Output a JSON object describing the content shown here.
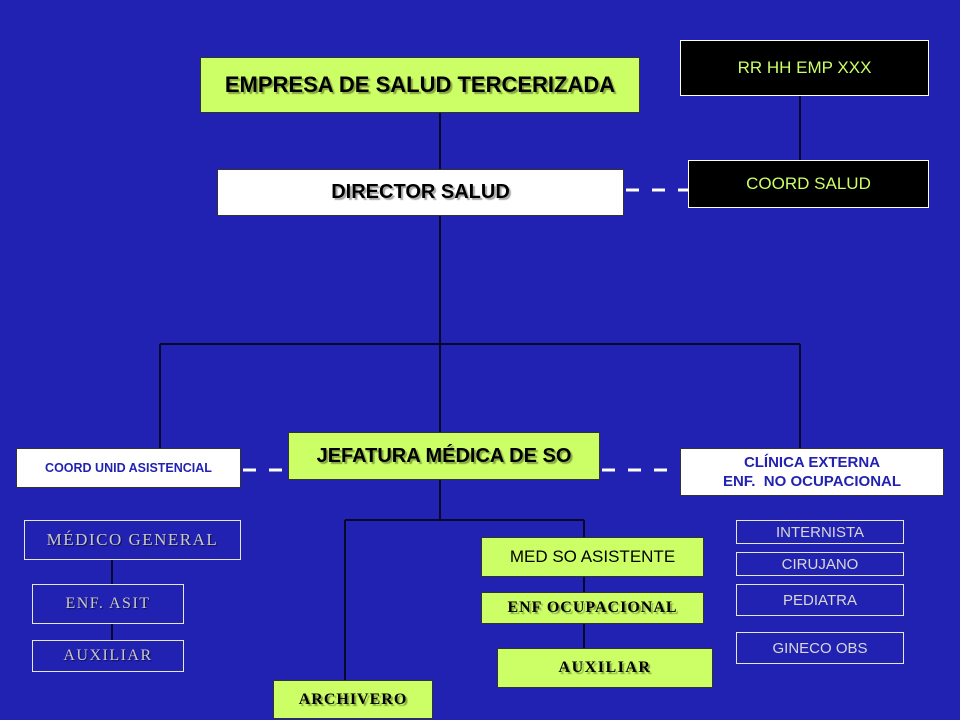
{
  "colors": {
    "background": "#2222b2",
    "accent_box": "#ccff66",
    "white_box": "#ffffff",
    "black_box": "#000000",
    "blue_text": "#2222b2",
    "gray_text": "#c8c8c8",
    "dashed_connector": "#ffffff",
    "solid_connector": "#000000"
  },
  "org_chart": {
    "top": {
      "empresa": "EMPRESA DE SALUD TERCERIZADA",
      "director": "DIRECTOR SALUD"
    },
    "side": {
      "rrhh": "RR HH EMP XXX",
      "coord_salud": "COORD SALUD"
    },
    "jefatura": "JEFATURA MÉDICA DE SO",
    "left_branch": {
      "head": "COORD UNID ASISTENCIAL",
      "items": [
        "MÉDICO GENERAL",
        "ENF. ASIT",
        "AUXILIAR"
      ]
    },
    "center_branch": {
      "items": [
        "MED SO ASISTENTE",
        "ENF OCUPACIONAL",
        "AUXILIAR"
      ],
      "archivero": "ARCHIVERO"
    },
    "right_branch": {
      "head_lines": [
        "CLÍNICA EXTERNA",
        "ENF.  NO OCUPACIONAL"
      ],
      "items": [
        "INTERNISTA",
        "CIRUJANO",
        "PEDIATRA",
        "GINECO OBS"
      ]
    }
  }
}
